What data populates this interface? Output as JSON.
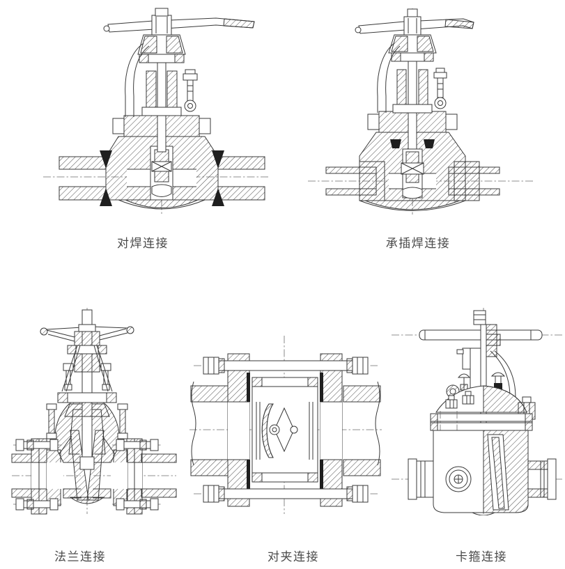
{
  "style": {
    "bg": "#ffffff",
    "line": "#383838",
    "label": "#4a4a4a"
  },
  "figures": [
    {
      "id": "butt-weld",
      "label": "对焊连接"
    },
    {
      "id": "socket-weld",
      "label": "承插焊连接"
    },
    {
      "id": "flange",
      "label": "法兰连接"
    },
    {
      "id": "wafer",
      "label": "对夹连接"
    },
    {
      "id": "clamp",
      "label": "卡箍连接"
    }
  ]
}
